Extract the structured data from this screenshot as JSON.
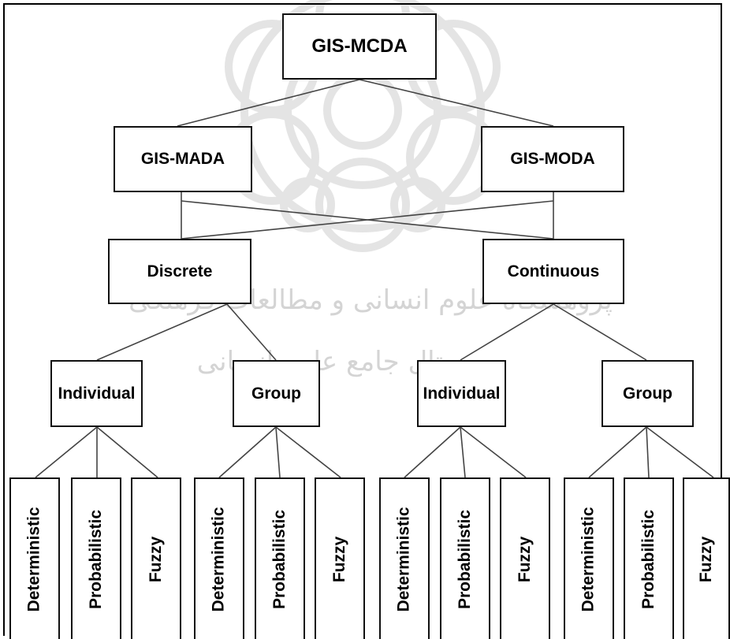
{
  "diagram": {
    "root": "GIS-MCDA",
    "level1": [
      "GIS-MADA",
      "GIS-MODA"
    ],
    "level2": [
      "Discrete",
      "Continuous"
    ],
    "level3": [
      "Individual",
      "Group",
      "Individual",
      "Group"
    ],
    "level4": [
      "Deterministic",
      "Probabilistic",
      "Fuzzy",
      "Deterministic",
      "Probabilistic",
      "Fuzzy",
      "Deterministic",
      "Probabilistic",
      "Fuzzy",
      "Deterministic",
      "Probabilistic",
      "Fuzzy"
    ]
  },
  "watermark": {
    "text_line1": "پژوهشگاه علوم انسانی و مطالعات فرهنگی",
    "text_line2": "پرتال جامع علوم انسانی"
  }
}
